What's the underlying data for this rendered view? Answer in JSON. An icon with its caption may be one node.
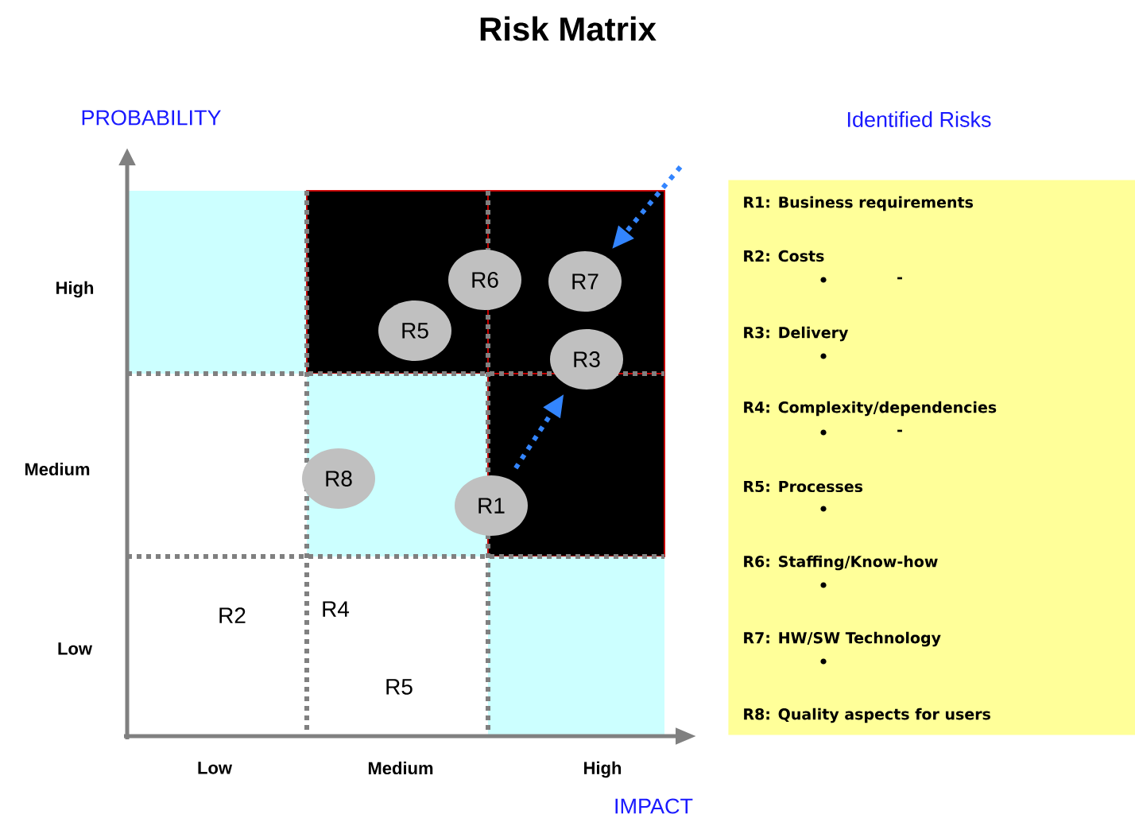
{
  "diagram": {
    "title": "Risk Matrix",
    "nodes": [
      {
        "text": [
          "R6"
        ]
      },
      {
        "text": [
          "R7"
        ]
      },
      {
        "text": [
          "R5"
        ]
      },
      {
        "text": [
          "R3"
        ]
      },
      {
        "text": [
          "R8"
        ]
      },
      {
        "text": [
          "R1"
        ]
      },
      {
        "text": [
          "R1: Business requirements",
          "R2: Costs",
          "R3: Delivery",
          "R4: Complexity/dependencies",
          "R5: Processes",
          "R6: Staffing/Know-how",
          "R7: HW/SW Technology",
          "R8: Quality aspects for users"
        ]
      }
    ],
    "edges": [
      {
        "from": 5,
        "to": 3,
        "arrow": "to",
        "style": "dashed",
        "color": "#3385ff"
      },
      {
        "from": null,
        "to": 1,
        "arrow": "to",
        "style": "dashed",
        "color": "#3385ff"
      }
    ],
    "labels": [
      "PROBABILITY",
      "Identified Risks",
      "High",
      "Medium",
      "R2",
      "R4",
      "Low",
      "R5",
      "Low",
      "Medium",
      "High",
      "IMPACT",
      "-",
      "-"
    ]
  }
}
